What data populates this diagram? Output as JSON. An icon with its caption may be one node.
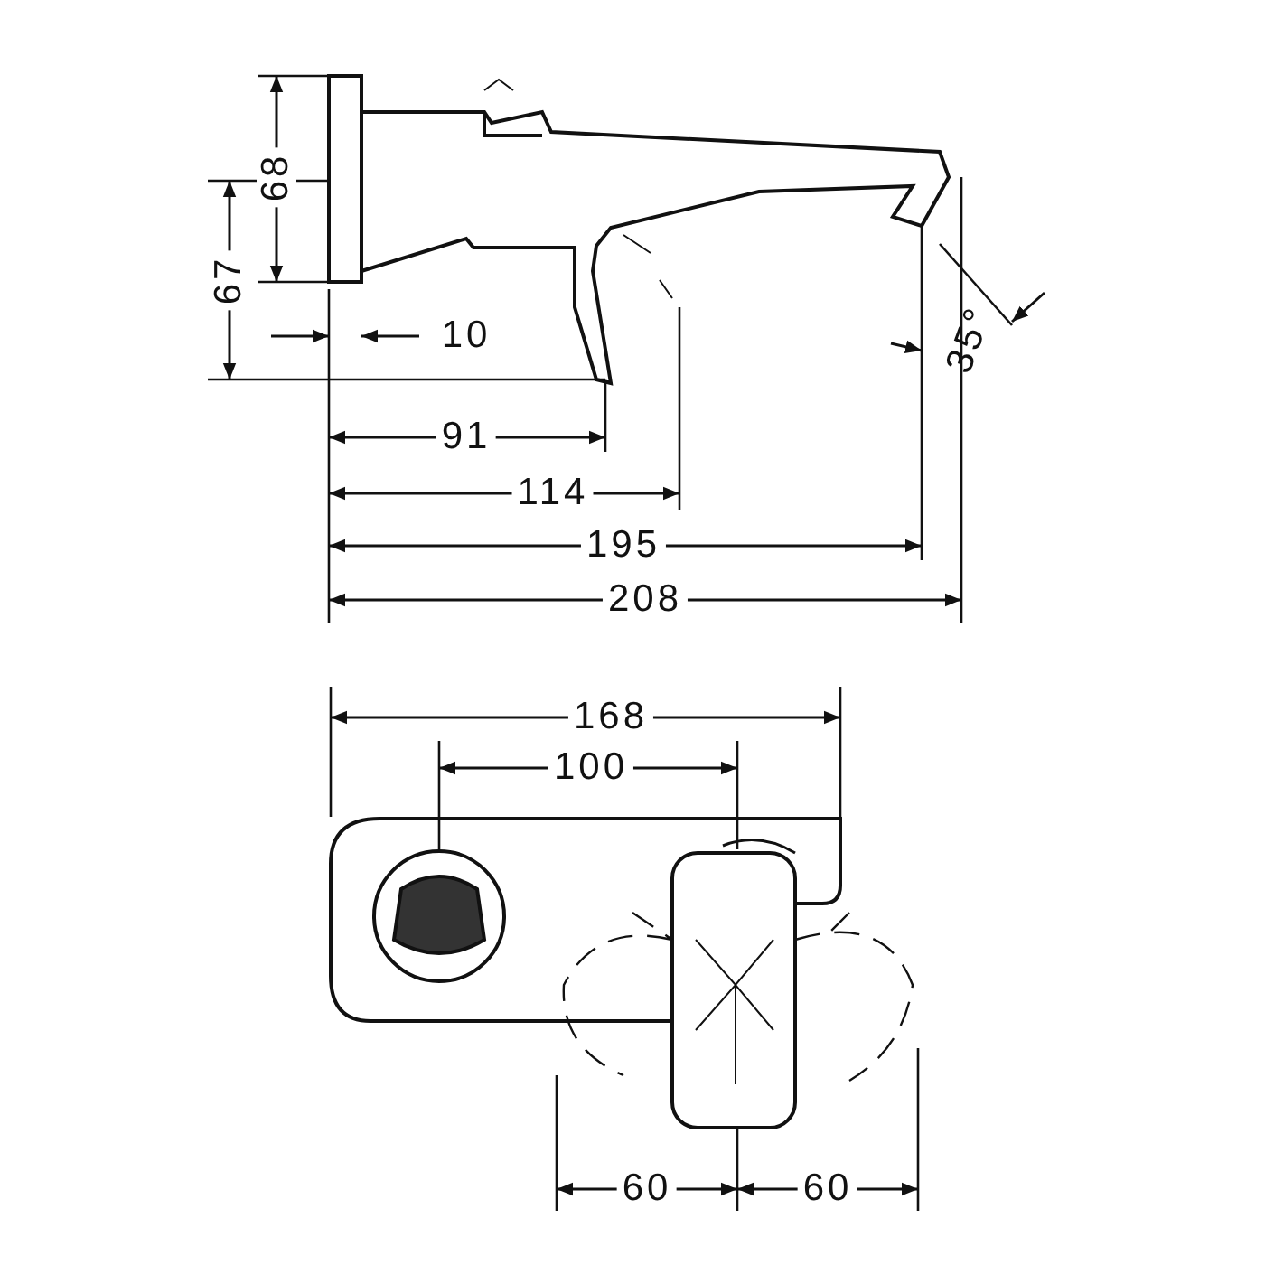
{
  "diagram": {
    "labels": [
      "68",
      "67",
      "10",
      "35°",
      "91",
      "114",
      "195",
      "208",
      "168",
      "100",
      "60",
      "60"
    ]
  }
}
